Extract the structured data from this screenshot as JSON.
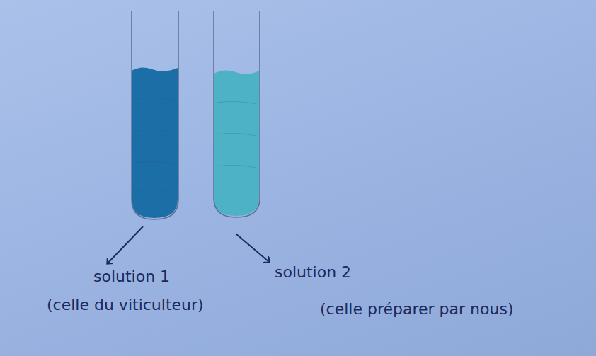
{
  "diagram": {
    "labels": [
      "solution 1",
      "(celle du viticulteur)",
      "solution 2",
      "(celle préparer par nous)"
    ]
  }
}
